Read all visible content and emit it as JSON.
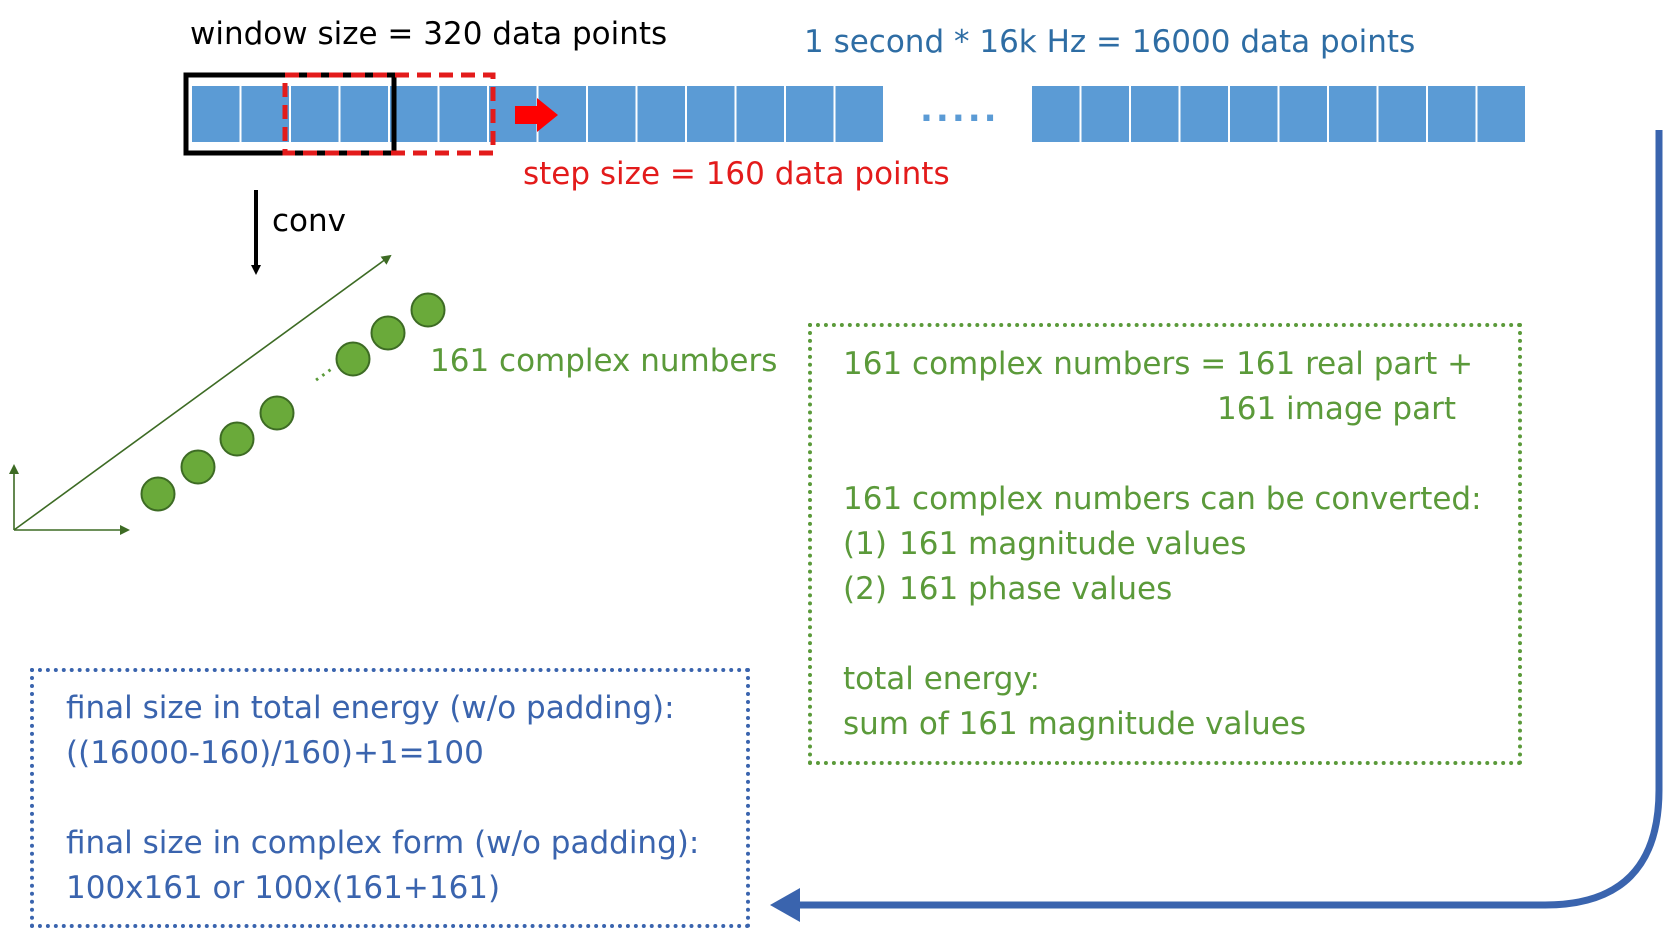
{
  "top": {
    "window_label": "window size = 320 data points",
    "total_label": "1 second * 16k Hz = 16000 data points",
    "step_label": "step size = 160 data points",
    "ellipsis": "....."
  },
  "conv": {
    "label": "conv"
  },
  "complex": {
    "label": "161 complex numbers",
    "dots": "..."
  },
  "green_box": {
    "line1": "161 complex numbers = 161 real part +",
    "line2": "161 image part",
    "line3": "161 complex numbers can be converted:",
    "item1_num": "(1)",
    "item1_text": "161 magnitude values",
    "item2_num": "(2)",
    "item2_text": "161 phase values",
    "energy_title": "total energy:",
    "energy_text": "sum of 161 magnitude values"
  },
  "blue_box": {
    "line1": "final size in total energy (w/o padding):",
    "line2": "((16000-160)/160)+1=100",
    "line3": "final size in complex form (w/o padding):",
    "line4": "100x161 or 100x(161+161)"
  },
  "colors": {
    "cell_blue": "#5b9bd5",
    "window_black": "#000000",
    "step_red": "#e31b1b",
    "green": "#5b9a3a",
    "dark_blue": "#3a64ae"
  }
}
